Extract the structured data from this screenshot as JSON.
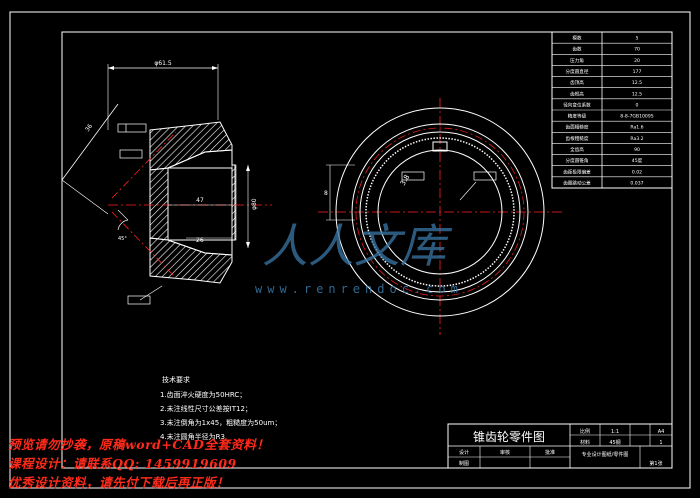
{
  "drawing": {
    "title_block": {
      "title": "锥齿轮零件图",
      "right_cells": [
        "比例",
        "1:1",
        "A4",
        "材料",
        "45钢",
        "1"
      ],
      "bottom_cells": [
        "设计",
        "审核",
        "批准",
        "制图"
      ],
      "company": "专业设计图纸/零件图",
      "page_label": "第1张"
    },
    "param_table": {
      "rows": [
        {
          "name": "模数",
          "value": "5"
        },
        {
          "name": "齿数",
          "value": "70"
        },
        {
          "name": "压力角",
          "value": "20"
        },
        {
          "name": "分度圆直径",
          "value": "177"
        },
        {
          "name": "齿顶高",
          "value": "12.5"
        },
        {
          "name": "齿根高",
          "value": "12.5"
        },
        {
          "name": "径向变位系数",
          "value": "0"
        },
        {
          "name": "精度等级",
          "value": "8-8-7GB10095"
        },
        {
          "name": "齿面粗糙度",
          "value": "Ra1.6"
        },
        {
          "name": "齿根粗糙度",
          "value": "Ra3.2"
        },
        {
          "name": "全齿高",
          "value": "90"
        },
        {
          "name": "分度圆锥角",
          "value": "45度"
        },
        {
          "name": "齿距极限偏差",
          "value": "0.02"
        },
        {
          "name": "齿圈跳动公差",
          "value": "0.037"
        }
      ]
    },
    "tech_requirements": {
      "heading": "技术要求",
      "items": [
        "1.齿面淬火硬度为50HRC；",
        "2.未注线性尺寸公差按IT12；",
        "3.未注倒角为1x45，粗糙度为50um；",
        "4.未注圆角半径为R3"
      ]
    },
    "dimensions": {
      "top_width": "φ61.5",
      "slant": "36",
      "bore": "47",
      "center_dim": "φ80",
      "hub": "26",
      "circle_label": "3.8",
      "groove": "8"
    },
    "watermark": {
      "logo_text": "人人文库",
      "url_text": "www.renrendoc.com"
    }
  },
  "overlays": {
    "line1": "预览请勿抄袭，原稿word+CAD全套资料！",
    "line2": "课程设计：请联系QQ: 1459919609",
    "line3": "优秀设计资料，请先付下载后再正版！"
  },
  "colors": {
    "background": "#000000",
    "lines": "#ffffff",
    "centerline": "#ff2020",
    "overlay_text": "#ff2a1a",
    "watermark": "#3a79a8"
  }
}
